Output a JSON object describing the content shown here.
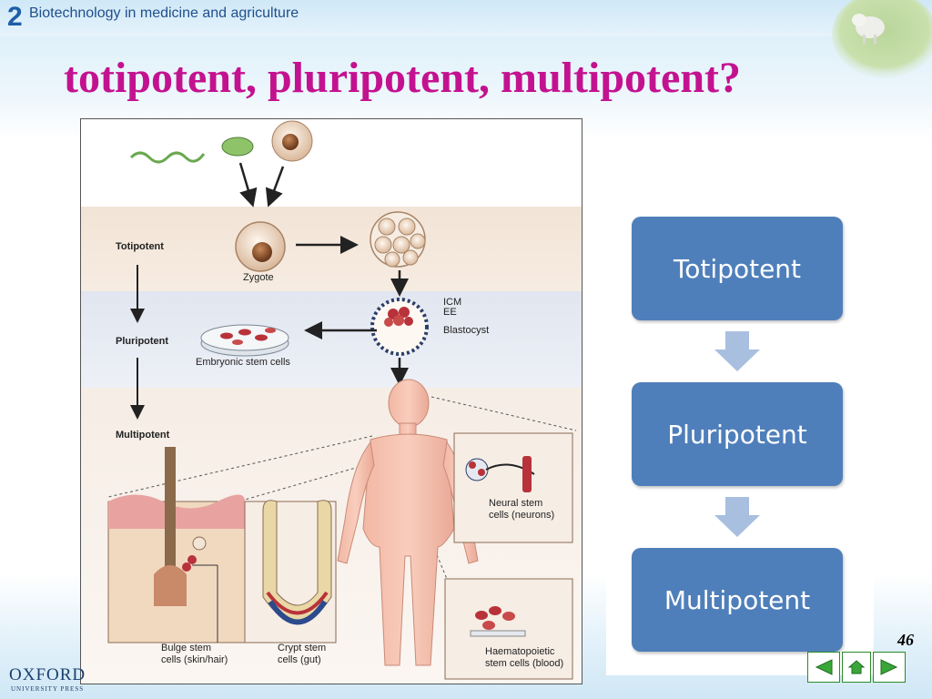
{
  "header": {
    "chapter_number": "2",
    "chapter_title": "Biotechnology in medicine and agriculture"
  },
  "slide": {
    "title": "totipotent, pluripotent, multipotent?",
    "page_number": "46"
  },
  "figure": {
    "level_labels": [
      "Totipotent",
      "Pluripotent",
      "Multipotent"
    ],
    "zygote_label": "Zygote",
    "icm_label": "ICM",
    "ee_label": "EE",
    "blastocyst_label": "Blastocyst",
    "esc_label": "Embryonic stem cells",
    "neural_label_1": "Neural stem",
    "neural_label_2": "cells (neurons)",
    "bulge_label_1": "Bulge stem",
    "bulge_label_2": "cells (skin/hair)",
    "crypt_label_1": "Crypt stem",
    "crypt_label_2": "cells (gut)",
    "haem_label_1": "Haematopoietic",
    "haem_label_2": "stem cells (blood)"
  },
  "flowchart": {
    "steps": [
      "Totipotent",
      "Pluripotent",
      "Multipotent"
    ],
    "box_color": "#4f7fba",
    "arrow_color": "#a9bfe0"
  },
  "footer": {
    "publisher": "OXFORD",
    "publisher_sub": "UNIVERSITY PRESS"
  },
  "nav": {
    "prev_icon": "triangle-left-icon",
    "home_icon": "home-icon",
    "next_icon": "triangle-right-icon"
  },
  "colors": {
    "title": "#c3128f",
    "header_text": "#1f4f8c"
  }
}
